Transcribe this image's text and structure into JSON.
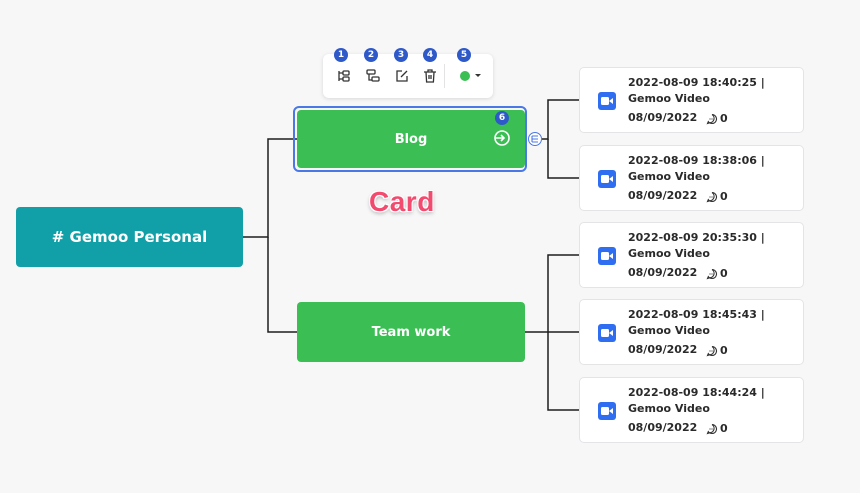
{
  "root": {
    "label": "# Gemoo Personal"
  },
  "branches": {
    "blog": {
      "label": "Blog",
      "badge": "6"
    },
    "team": {
      "label": "Team work"
    }
  },
  "toolbar": {
    "badges": [
      "1",
      "2",
      "3",
      "4",
      "5"
    ],
    "tools": [
      "add-child-icon",
      "add-sibling-icon",
      "edit-icon",
      "delete-icon",
      "color-picker"
    ],
    "color": "#3bbf54"
  },
  "annotation": {
    "card_label": "Card"
  },
  "cards": [
    {
      "title_line1": "2022-08-09 18:40:25 |",
      "title_line2": "Gemoo Video",
      "date": "08/09/2022",
      "comments": "0"
    },
    {
      "title_line1": "2022-08-09 18:38:06 |",
      "title_line2": "Gemoo Video",
      "date": "08/09/2022",
      "comments": "0"
    },
    {
      "title_line1": "2022-08-09 20:35:30 |",
      "title_line2": "Gemoo Video",
      "date": "08/09/2022",
      "comments": "0"
    },
    {
      "title_line1": "2022-08-09 18:45:43 |",
      "title_line2": "Gemoo Video",
      "date": "08/09/2022",
      "comments": "0"
    },
    {
      "title_line1": "2022-08-09 18:44:24 |",
      "title_line2": "Gemoo Video",
      "date": "08/09/2022",
      "comments": "0"
    }
  ],
  "colors": {
    "root": "#12a0a8",
    "branch": "#3bbf54",
    "selection": "#4a78e6",
    "badge": "#2e59c9",
    "video_icon": "#2f6ef0",
    "card_label": "#f24b6f"
  }
}
